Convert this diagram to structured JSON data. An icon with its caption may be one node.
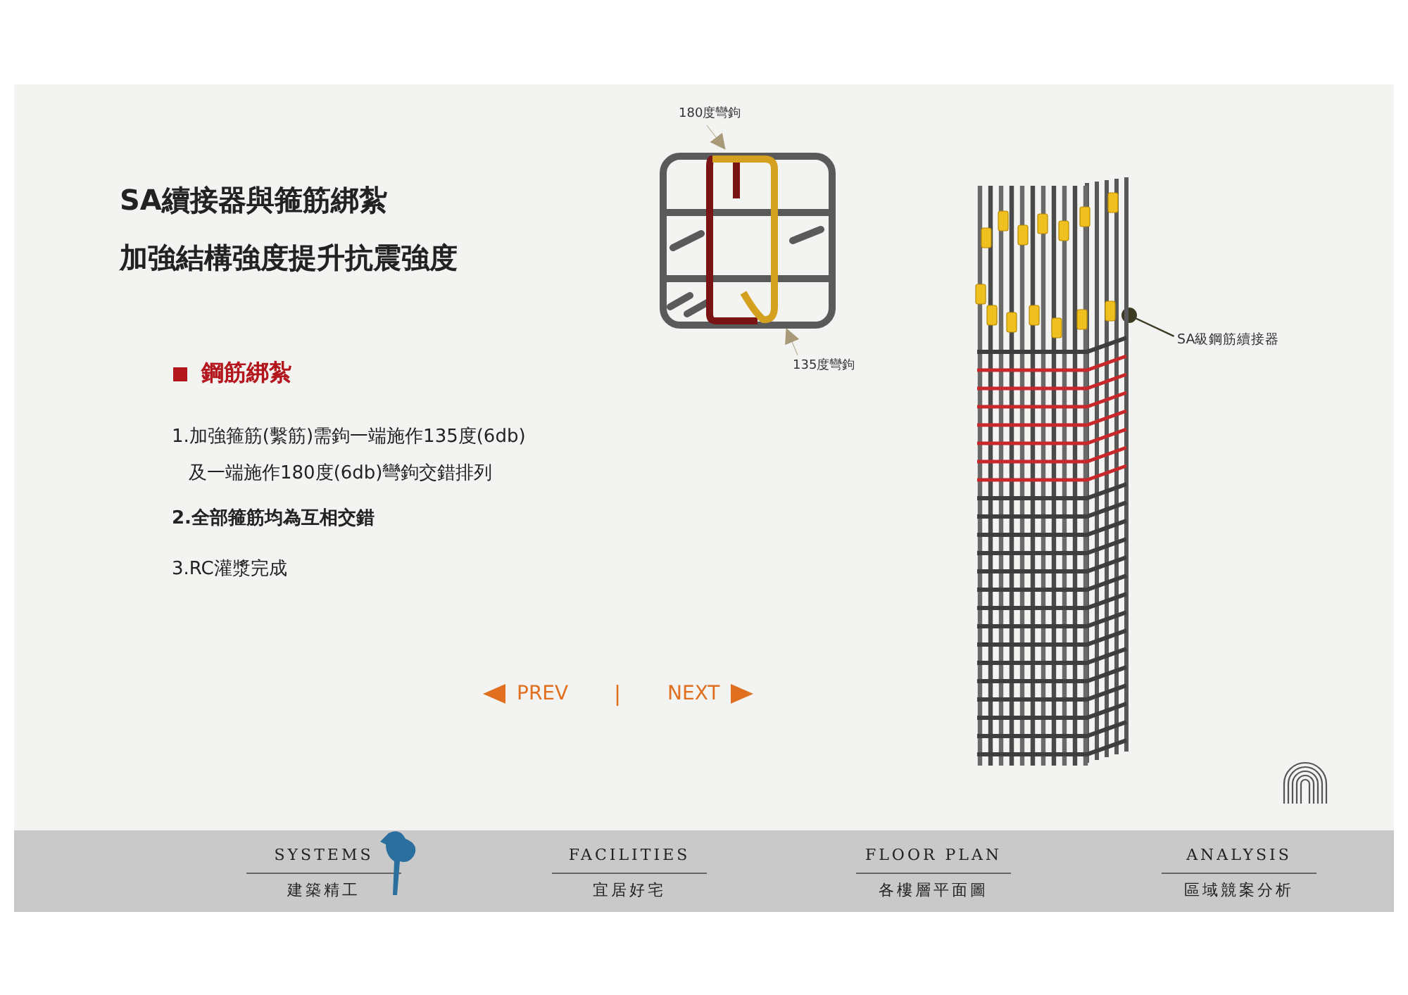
{
  "diagram": {
    "nodes": [
      {
        "text": [
          "180度彎鉤"
        ]
      },
      {
        "text": [],
        "shape": "picture"
      },
      {
        "text": [
          "135度彎鉤"
        ]
      },
      {
        "text": [],
        "shape": "picture"
      },
      {
        "text": [
          "SA級鋼筋續接器"
        ]
      }
    ],
    "edges": [
      {
        "from": 0,
        "to": 1,
        "arrow": "to"
      },
      {
        "from": 2,
        "to": 1,
        "arrow": "to"
      },
      {
        "from": 4,
        "to": 3,
        "arrow": "other",
        "color": "#3d3a22"
      }
    ],
    "labels": [
      "SA續接器與箍筋綁紮",
      "加強結構強度提升抗震強度",
      "鋼筋綁紮",
      "1.加強箍筋(繫筋)需鉤一端施作135度(6db)及一端施作180度(6db)彎鉤交錯排列",
      "2.全部箍筋均為互相交錯",
      "3.RC灌漿完成",
      "PREV",
      "|",
      "NEXT",
      "SYSTEMS",
      "建築精工",
      "FACILITIES",
      "宜居好宅",
      "FLOOR PLAN",
      "各樓層平面圖",
      "ANALYSIS",
      "區域競案分析"
    ]
  }
}
